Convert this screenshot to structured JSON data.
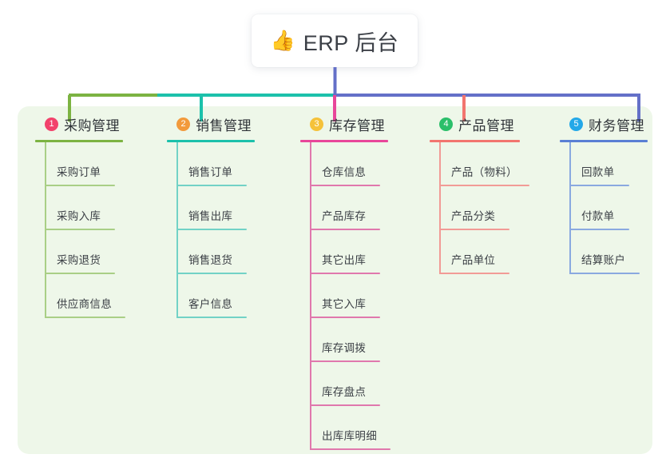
{
  "root": {
    "icon": "thumbs-up-icon",
    "emoji": "👍",
    "title": "ERP 后台"
  },
  "colors": {
    "panel_bg": "#eef7e9",
    "page_bg": "#ffffff",
    "text": "#3c4046",
    "green": "#7cb342",
    "teal": "#1cc1ab",
    "pink": "#e8469a",
    "red": "#f2756f",
    "blue": "#7b86d8",
    "col5_line": "#8aa9e0",
    "badge1": "#f2426b",
    "badge2": "#f29a3c",
    "badge3": "#f5c23a",
    "badge4": "#2bbf6a",
    "badge5": "#23a8e8"
  },
  "columns": [
    {
      "number": "1",
      "badge_color": "#f2426b",
      "line_color": "#7cb342",
      "title": "采购管理",
      "items": [
        "采购订单",
        "采购入库",
        "采购退货",
        "供应商信息"
      ]
    },
    {
      "number": "2",
      "badge_color": "#f29a3c",
      "line_color": "#1cc1ab",
      "title": "销售管理",
      "items": [
        "销售订单",
        "销售出库",
        "销售退货",
        "客户信息"
      ]
    },
    {
      "number": "3",
      "badge_color": "#f5c23a",
      "line_color": "#e8469a",
      "title": "库存管理",
      "items": [
        "仓库信息",
        "产品库存",
        "其它出库",
        "其它入库",
        "库存调拨",
        "库存盘点",
        "出库库明细"
      ]
    },
    {
      "number": "4",
      "badge_color": "#2bbf6a",
      "line_color": "#f2756f",
      "title": "产品管理",
      "items": [
        "产品（物料）",
        "产品分类",
        "产品单位"
      ]
    },
    {
      "number": "5",
      "badge_color": "#23a8e8",
      "line_color": "#8aa9e0",
      "title": "财务管理",
      "items": [
        "回款单",
        "付款单",
        "结算账户"
      ]
    }
  ]
}
